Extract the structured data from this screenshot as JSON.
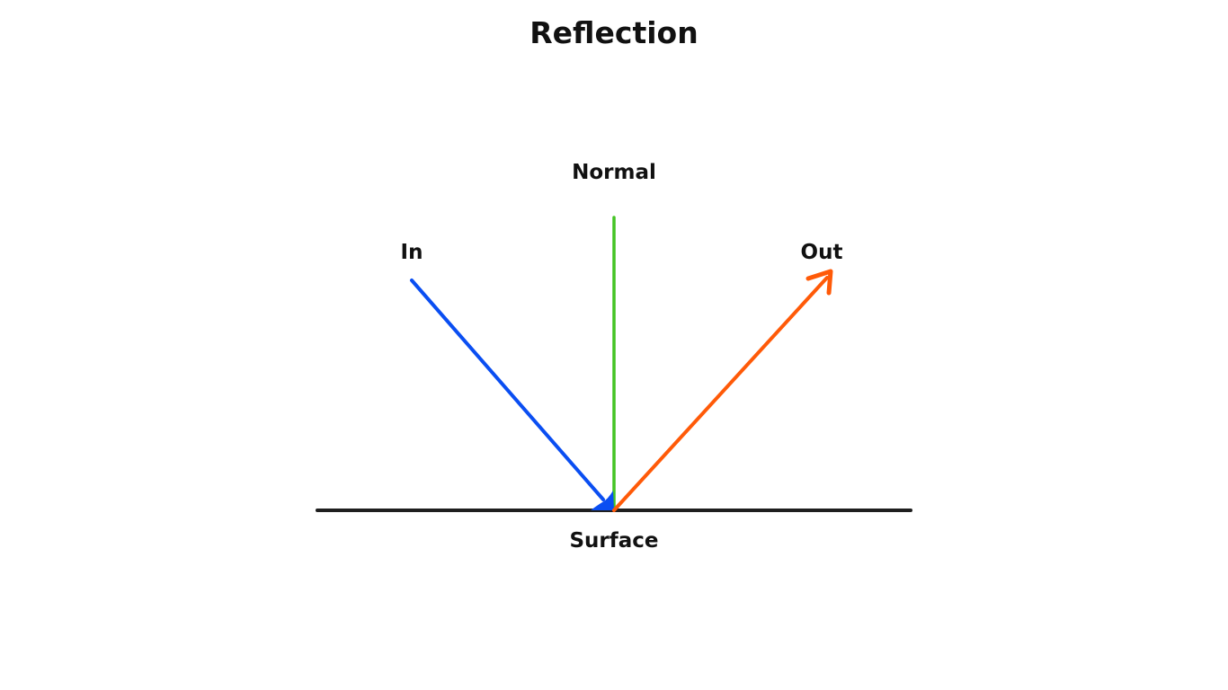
{
  "title": "Reflection",
  "labels": {
    "normal": "Normal",
    "in": "In",
    "out": "Out",
    "surface": "Surface"
  },
  "colors": {
    "text": "#111111",
    "surface": "#1f1f1f",
    "normal": "#44c424",
    "incoming": "#0a4ef2",
    "outgoing": "#ff5a08"
  }
}
